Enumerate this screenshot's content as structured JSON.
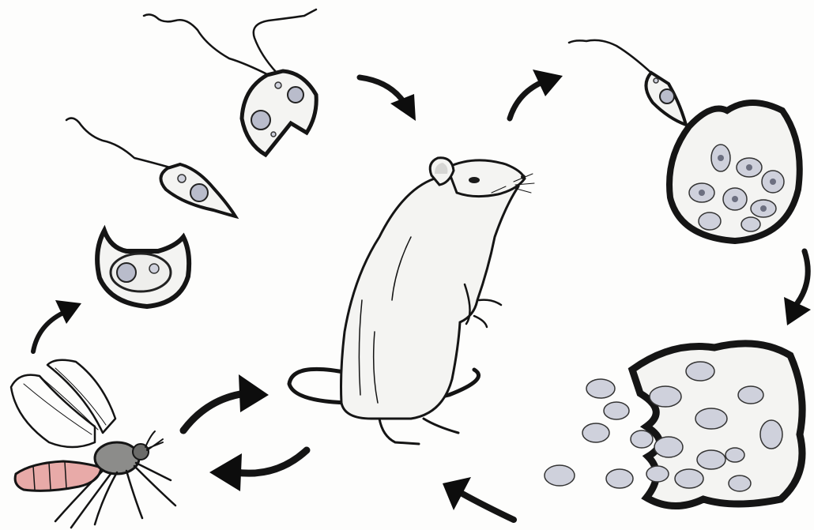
{
  "diagram": {
    "nodes": [
      {
        "id": "mosquito",
        "icon": "sandfly-icon"
      },
      {
        "id": "amastigote-in-cup",
        "icon": "amastigote-cup-icon"
      },
      {
        "id": "promastigote-small",
        "icon": "promastigote-icon"
      },
      {
        "id": "promastigote-dividing",
        "icon": "dividing-promastigote-icon"
      },
      {
        "id": "rat",
        "icon": "rat-icon"
      },
      {
        "id": "promastigote-entering-macrophage",
        "icon": "macrophage-icon"
      },
      {
        "id": "ruptured-infected-cell",
        "icon": "ruptured-cell-icon"
      }
    ],
    "arrows": [
      {
        "from": "mosquito",
        "to": "amastigote-in-cup"
      },
      {
        "from": "promastigote-dividing",
        "to": "rat"
      },
      {
        "from": "rat",
        "to": "promastigote-entering-macrophage"
      },
      {
        "from": "promastigote-entering-macrophage",
        "to": "ruptured-infected-cell"
      },
      {
        "from": "ruptured-infected-cell",
        "to": "rat"
      },
      {
        "from": "mosquito",
        "to": "rat"
      },
      {
        "from": "rat",
        "to": "mosquito"
      }
    ],
    "colors": {
      "ink": "#141414",
      "nucleus": "#b9bccb",
      "abdomen": "#e8aaa8"
    }
  }
}
